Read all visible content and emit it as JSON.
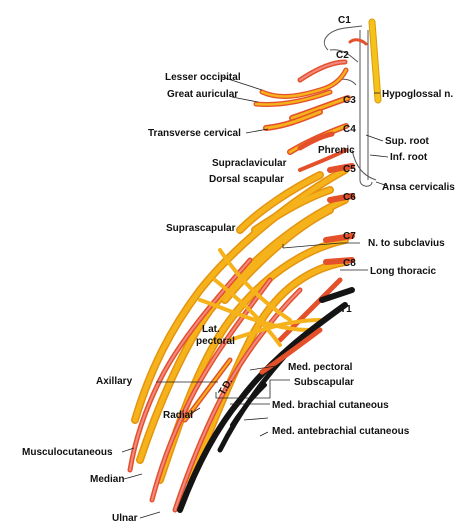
{
  "colors": {
    "nerve_orange": "#f5b21a",
    "nerve_red": "#e4502a",
    "nerve_pink": "#f28a82",
    "nerve_black": "#141414",
    "hypoglossal": "#f6c21a",
    "label_line": "#222222"
  },
  "labels": {
    "c1": "C1",
    "c2": "C2",
    "c3": "C3",
    "c4": "C4",
    "c5": "C5",
    "c6": "C6",
    "c7": "C7",
    "c8": "C8",
    "t1": "T1",
    "lesser_occipital": "Lesser occipital",
    "great_auricular": "Great auricular",
    "transverse_cervical": "Transverse cervical",
    "supraclavicular": "Supraclavicular",
    "phrenic": "Phrenic",
    "dorsal_scapular": "Dorsal scapular",
    "hypoglossal": "Hypoglossal n.",
    "sup_root": "Sup. root",
    "inf_root": "Inf. root",
    "ansa_cervicalis": "Ansa cervicalis",
    "suprascapular": "Suprascapular",
    "n_to_subclavius": "N. to subclavius",
    "long_thoracic": "Long thoracic",
    "lat_pectoral_1": "Lat.",
    "lat_pectoral_2": "pectoral",
    "med_pectoral": "Med. pectoral",
    "axillary": "Axillary",
    "td": "T.D.",
    "subscapular": "Subscapular",
    "radial": "Radial",
    "med_brachial_cutaneous": "Med. brachial cutaneous",
    "med_antebrachial_cutaneous": "Med. antebrachial cutaneous",
    "musculocutaneous": "Musculocutaneous",
    "median": "Median",
    "ulnar": "Ulnar"
  }
}
